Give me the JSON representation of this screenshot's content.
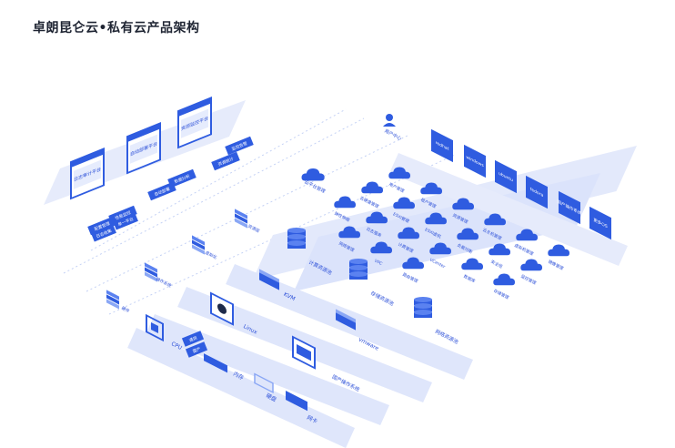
{
  "title": "卓朗昆仑云•私有云产品架构",
  "colors": {
    "accent": "#2f5ce0",
    "platform": "#dfe6fb",
    "cloud": "#2f5ce0"
  },
  "monitors": [
    "日志审计平台",
    "自动部署平台",
    "资源监控平台"
  ],
  "mgmt_tags": [
    "监控告警",
    "资源统计",
    "数据分析",
    "自动部署",
    "性能监控",
    "配置管理"
  ],
  "side_tags": [
    "单一平台",
    "日志收集"
  ],
  "user": "用户中心",
  "cloud_mgmt": "云平台管理",
  "os_images": [
    "redhat",
    "windows",
    "ubuntu",
    "fedora",
    "国产操作系统",
    "更多OS"
  ],
  "cloud_services": [
    "用户管理",
    "租户管理",
    "资源管理",
    "云主机管理",
    "虚拟机管理",
    "镜像管理",
    "云硬盘管理",
    "ESXI管理",
    "ESXI虚机",
    "负载均衡",
    "安全组",
    "监控管理",
    "弹性伸缩",
    "日志服务",
    "计费管理",
    "VCenter",
    "数据库",
    "存储管理",
    "对象存储",
    "网络管理",
    "VPC",
    "路由管理"
  ],
  "pools": [
    "计算资源池",
    "存储资源池",
    "网络资源池"
  ],
  "levels": [
    "资源层",
    "虚拟化",
    "操作系统",
    "硬件"
  ],
  "virt": [
    "KVM",
    "vmware"
  ],
  "os": [
    "Linux",
    "国产操作系统"
  ],
  "hardware": [
    "CPU",
    "内存",
    "硬盘",
    "网卡"
  ],
  "chips": [
    "通用",
    "国产"
  ]
}
